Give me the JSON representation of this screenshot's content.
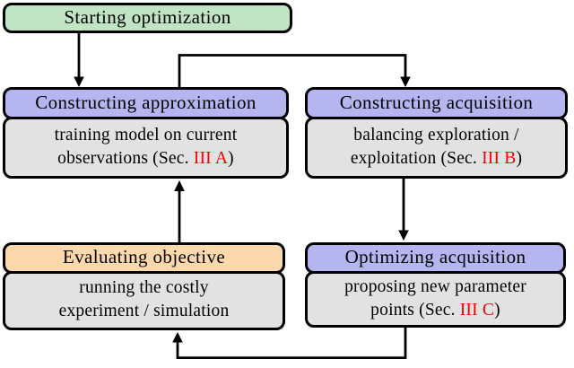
{
  "colors": {
    "green": "#c0e4c4",
    "purple": "#b5b5f0",
    "orange": "#fcd9ad",
    "gray": "#e2e2e2",
    "red": "#f50000"
  },
  "nodes": {
    "start": {
      "title": "Starting optimization"
    },
    "approximation": {
      "title": "Constructing approximation",
      "line1": "training model on current",
      "line2_before": "observations (Sec. ",
      "line2_red": "III A",
      "line2_after": ")"
    },
    "acquisition": {
      "title": "Constructing acquisition",
      "line1": "balancing exploration /",
      "line2_before": "exploitation (Sec. ",
      "line2_red": "III B",
      "line2_after": ")"
    },
    "objective": {
      "title": "Evaluating objective",
      "line1": "running the costly",
      "line2_before": "experiment / simulation",
      "line2_red": "",
      "line2_after": ""
    },
    "optimizing": {
      "title": "Optimizing acquisition",
      "line1": "proposing new parameter",
      "line2_before": "points (Sec. ",
      "line2_red": "III C",
      "line2_after": ")"
    }
  },
  "edges": [
    {
      "from": "Starting optimization",
      "to": "Constructing approximation"
    },
    {
      "from": "Constructing approximation",
      "to": "Constructing acquisition"
    },
    {
      "from": "Constructing acquisition",
      "to": "Optimizing acquisition"
    },
    {
      "from": "Optimizing acquisition",
      "to": "Evaluating objective"
    },
    {
      "from": "Evaluating objective",
      "to": "Constructing approximation"
    }
  ]
}
